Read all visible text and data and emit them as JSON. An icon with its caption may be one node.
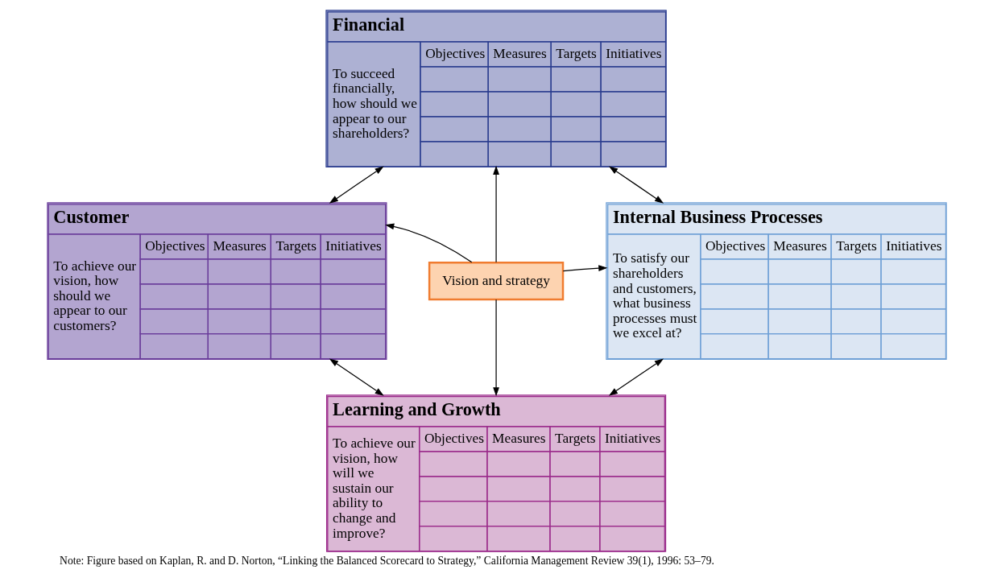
{
  "diagram": {
    "caption": "Note: Figure based on Kaplan, R. and D. Norton, “Linking the Balanced Scorecard to Strategy,” California Management Review 39(1), 1996: 53–79.",
    "nodes": [
      {
        "text": [
          "Financial",
          "To succeed financially, how should we appear to our shareholders?",
          "Objectives",
          "Measures",
          "Targets",
          "Initiatives"
        ]
      },
      {
        "text": [
          "Customer",
          "To achieve our vision, how should we appear to our customers?",
          "Objectives",
          "Measures",
          "Targets",
          "Initiatives"
        ]
      },
      {
        "text": [
          "Vision and strategy"
        ]
      },
      {
        "text": [
          "Internal Business Processes",
          "To satisfy our shareholders and customers, what business processes must we excel at?",
          "Objectives",
          "Measures",
          "Targets",
          "Initiatives"
        ]
      },
      {
        "text": [
          "Learning and Growth",
          "To achieve our vision, how will we sustain our ability to change and improve?",
          "Objectives",
          "Measures",
          "Targets",
          "Initiatives"
        ]
      }
    ],
    "edges": [
      {
        "from": 2,
        "to": 0,
        "arrow": "to"
      },
      {
        "from": 2,
        "to": 1,
        "arrow": "to"
      },
      {
        "from": 2,
        "to": 3,
        "arrow": "to"
      },
      {
        "from": 2,
        "to": 4,
        "arrow": "to"
      },
      {
        "from": 0,
        "to": 1,
        "arrow": "both"
      },
      {
        "from": 0,
        "to": 3,
        "arrow": "both"
      },
      {
        "from": 1,
        "to": 4,
        "arrow": "both"
      },
      {
        "from": 3,
        "to": 4,
        "arrow": "both"
      }
    ]
  }
}
